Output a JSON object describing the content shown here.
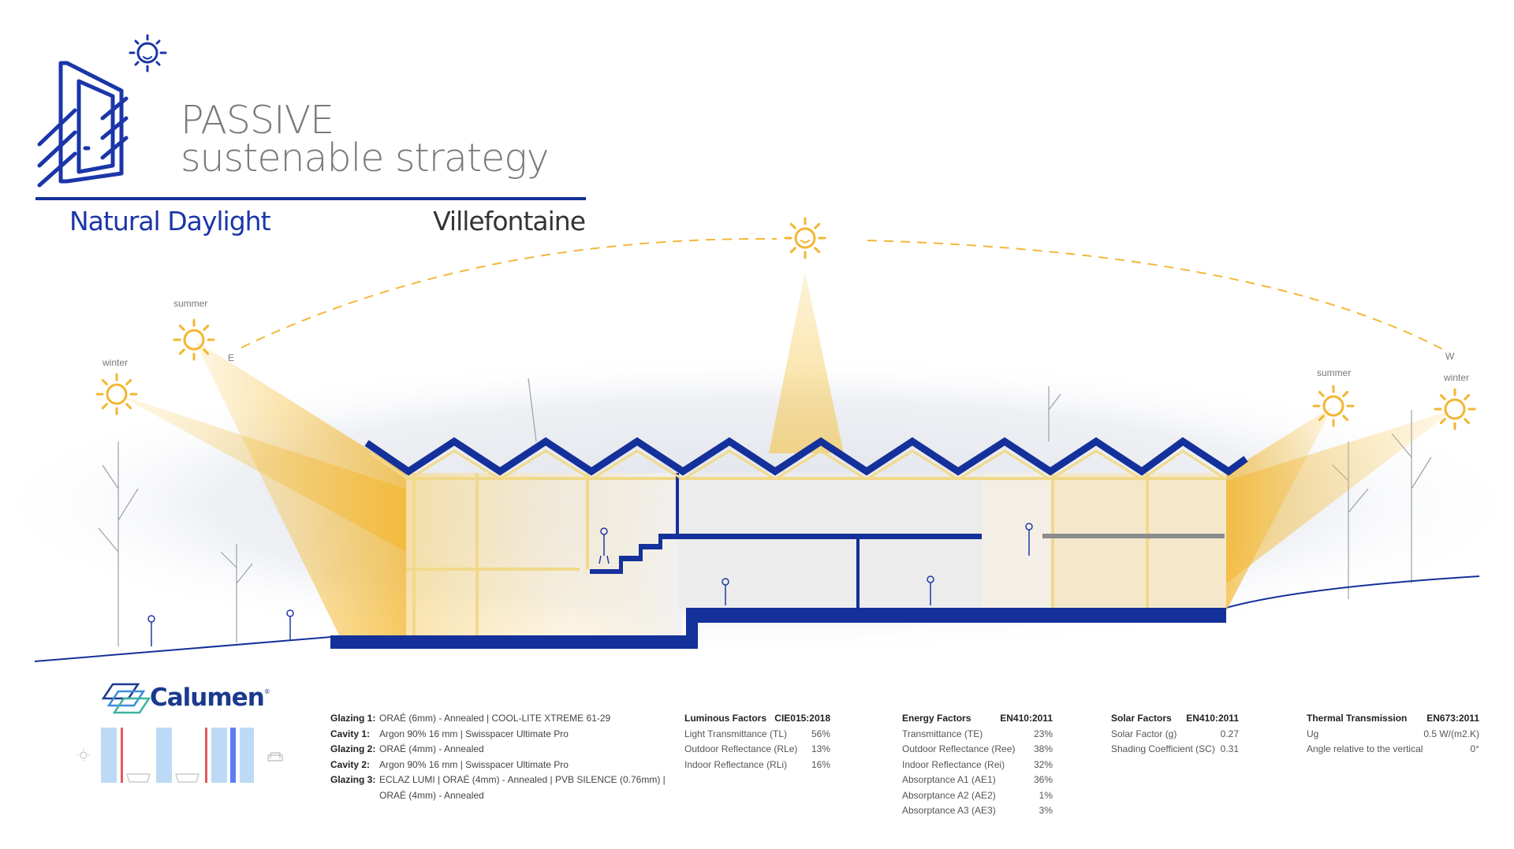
{
  "header": {
    "title_line1": "PASSIVE",
    "title_line2": "sustenable strategy",
    "subtitle": "Natural Daylight",
    "location": "Villefontaine"
  },
  "diagram": {
    "label_summer_left": "summer",
    "label_winter_left": "winter",
    "label_east": "E",
    "label_summer_right": "summer",
    "label_west": "W",
    "label_winter_right": "winter"
  },
  "colors": {
    "brand_blue": "#14309a",
    "sun_yellow": "#f3c04a",
    "text_gray": "#7a7a7a"
  },
  "logo": {
    "name": "Calumen",
    "mark": "®"
  },
  "glazing": [
    {
      "label": "Glazing 1:",
      "value": "ORAÉ (6mm) - Annealed | COOL-LITE XTREME 61-29"
    },
    {
      "label": "Cavity 1:",
      "value": "Argon 90% 16 mm | Swisspacer Ultimate Pro"
    },
    {
      "label": "Glazing 2:",
      "value": "ORAÉ (4mm) - Annealed"
    },
    {
      "label": "Cavity 2:",
      "value": "Argon 90% 16 mm | Swisspacer Ultimate Pro"
    },
    {
      "label": "Glazing 3:",
      "value": "ECLAZ LUMI | ORAÉ (4mm) - Annealed | PVB SILENCE (0.76mm) |"
    },
    {
      "label": "",
      "value": "ORAÉ (4mm) - Annealed"
    }
  ],
  "luminous": {
    "title": "Luminous Factors",
    "standard": "CIE015:2018",
    "rows": [
      {
        "label": "Light Transmittance (TL)",
        "value": "56%"
      },
      {
        "label": "Outdoor Reflectance (RLe)",
        "value": "13%"
      },
      {
        "label": "Indoor Reflectance (RLi)",
        "value": "16%"
      }
    ]
  },
  "energy": {
    "title": "Energy Factors",
    "standard": "EN410:2011",
    "rows": [
      {
        "label": "Transmittance (TE)",
        "value": "23%"
      },
      {
        "label": "Outdoor Reflectance (Ree)",
        "value": "38%"
      },
      {
        "label": "Indoor Reflectance (Rei)",
        "value": "32%"
      },
      {
        "label": "Absorptance A1 (AE1)",
        "value": "36%"
      },
      {
        "label": "Absorptance A2 (AE2)",
        "value": "1%"
      },
      {
        "label": "Absorptance A3 (AE3)",
        "value": "3%"
      }
    ]
  },
  "solar": {
    "title": "Solar Factors",
    "standard": "EN410:2011",
    "rows": [
      {
        "label": "Solar Factor (g)",
        "value": "0.27"
      },
      {
        "label": "Shading Coefficient (SC)",
        "value": "0.31"
      }
    ]
  },
  "thermal": {
    "title": "Thermal Transmission",
    "standard": "EN673:2011",
    "rows": [
      {
        "label": "Ug",
        "value": "0.5 W/(m2.K)"
      },
      {
        "label": "Angle relative to the vertical",
        "value": "0°"
      }
    ]
  }
}
